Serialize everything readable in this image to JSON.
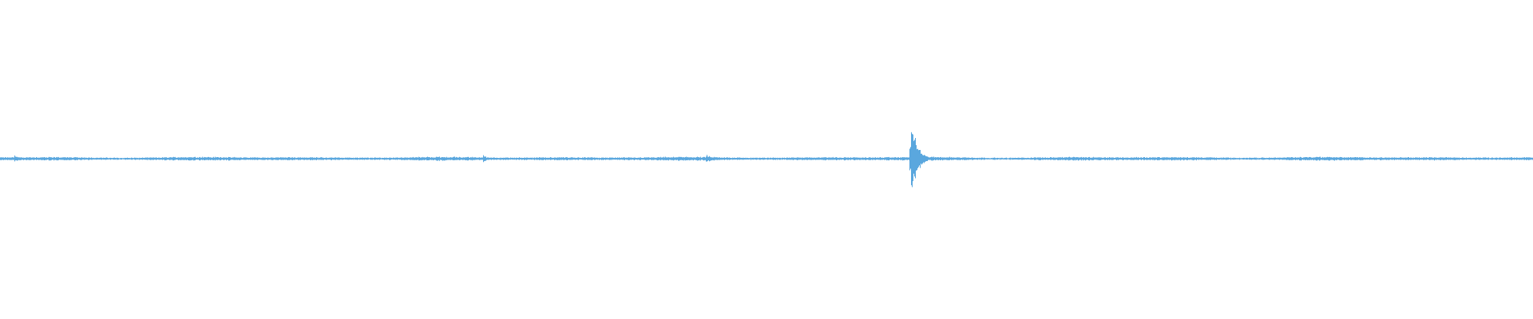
{
  "waveform": {
    "color": "#5aa7de",
    "background": "#ffffff",
    "baseline_amplitude": 0.045,
    "events": [
      {
        "position": 0.009,
        "amplitude": 0.09
      },
      {
        "position": 0.315,
        "amplitude": 0.08
      },
      {
        "position": 0.46,
        "amplitude": 0.11
      },
      {
        "position": 0.594,
        "amplitude": 0.95
      }
    ]
  }
}
